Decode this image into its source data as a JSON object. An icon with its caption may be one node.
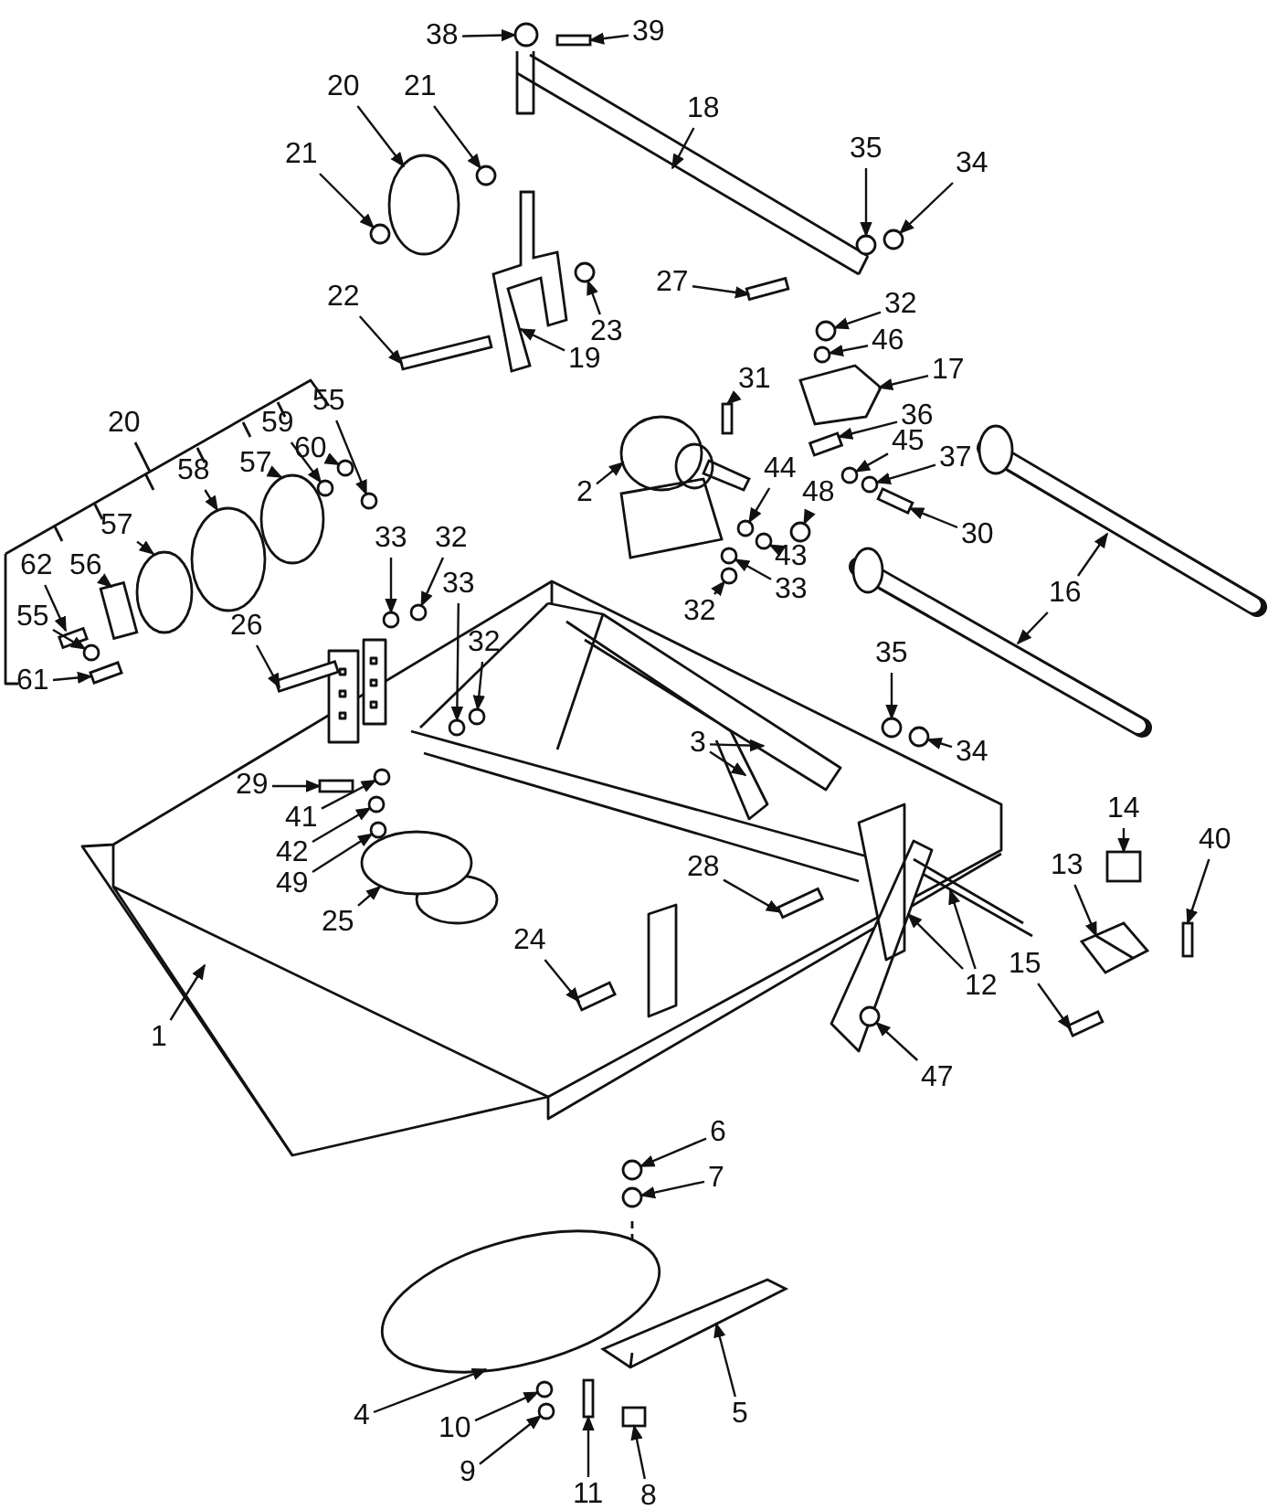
{
  "diagram": {
    "nodes": [
      {
        "text": [
          "38"
        ]
      },
      {
        "text": [
          "39"
        ]
      },
      {
        "text": [
          "20"
        ]
      },
      {
        "text": [
          "21"
        ]
      },
      {
        "text": [
          "21"
        ]
      },
      {
        "text": [
          "18"
        ]
      },
      {
        "text": [
          "35"
        ]
      },
      {
        "text": [
          "34"
        ]
      },
      {
        "text": [
          "22"
        ]
      },
      {
        "text": [
          "23"
        ]
      },
      {
        "text": [
          "19"
        ]
      },
      {
        "text": [
          "27"
        ]
      },
      {
        "text": [
          "32"
        ]
      },
      {
        "text": [
          "46"
        ]
      },
      {
        "text": [
          "17"
        ]
      },
      {
        "text": [
          "31"
        ]
      },
      {
        "text": [
          "36"
        ]
      },
      {
        "text": [
          "20"
        ]
      },
      {
        "text": [
          "55"
        ]
      },
      {
        "text": [
          "59"
        ]
      },
      {
        "text": [
          "60"
        ]
      },
      {
        "text": [
          "57"
        ]
      },
      {
        "text": [
          "58"
        ]
      },
      {
        "text": [
          "57"
        ]
      },
      {
        "text": [
          "56"
        ]
      },
      {
        "text": [
          "62"
        ]
      },
      {
        "text": [
          "55"
        ]
      },
      {
        "text": [
          "61"
        ]
      },
      {
        "text": [
          "33"
        ]
      },
      {
        "text": [
          "32"
        ]
      },
      {
        "text": [
          "26"
        ]
      },
      {
        "text": [
          "33"
        ]
      },
      {
        "text": [
          "32"
        ]
      },
      {
        "text": [
          "2"
        ]
      },
      {
        "text": [
          "44"
        ]
      },
      {
        "text": [
          "45"
        ]
      },
      {
        "text": [
          "37"
        ]
      },
      {
        "text": [
          "48"
        ]
      },
      {
        "text": [
          "30"
        ]
      },
      {
        "text": [
          "43"
        ]
      },
      {
        "text": [
          "33"
        ]
      },
      {
        "text": [
          "32"
        ]
      },
      {
        "text": [
          "16"
        ]
      },
      {
        "text": [
          "35"
        ]
      },
      {
        "text": [
          "34"
        ]
      },
      {
        "text": [
          "3"
        ]
      },
      {
        "text": [
          "29"
        ]
      },
      {
        "text": [
          "41"
        ]
      },
      {
        "text": [
          "42"
        ]
      },
      {
        "text": [
          "49"
        ]
      },
      {
        "text": [
          "14"
        ]
      },
      {
        "text": [
          "40"
        ]
      },
      {
        "text": [
          "13"
        ]
      },
      {
        "text": [
          "28"
        ]
      },
      {
        "text": [
          "25"
        ]
      },
      {
        "text": [
          "24"
        ]
      },
      {
        "text": [
          "15"
        ]
      },
      {
        "text": [
          "12"
        ]
      },
      {
        "text": [
          "1"
        ]
      },
      {
        "text": [
          "47"
        ]
      },
      {
        "text": [
          "6"
        ]
      },
      {
        "text": [
          "7"
        ]
      },
      {
        "text": [
          "4"
        ]
      },
      {
        "text": [
          "5"
        ]
      },
      {
        "text": [
          "10"
        ]
      },
      {
        "text": [
          "9"
        ]
      },
      {
        "text": [
          "11"
        ]
      },
      {
        "text": [
          "8"
        ]
      },
      {
        "text": [],
        "shape": "circle"
      },
      {
        "text": [],
        "shape": "bar"
      },
      {
        "text": [],
        "shape": "circle"
      },
      {
        "text": [],
        "shape": "circle"
      },
      {
        "text": [],
        "shape": "circle"
      },
      {
        "text": [],
        "shape": "circle"
      },
      {
        "text": [],
        "shape": "circle"
      },
      {
        "text": [],
        "shape": "bar"
      },
      {
        "text": [],
        "shape": "circle"
      },
      {
        "text": [],
        "shape": "picture"
      },
      {
        "text": [],
        "shape": "bar"
      },
      {
        "text": [],
        "shape": "circle"
      },
      {
        "text": [],
        "shape": "circle"
      },
      {
        "text": [],
        "shape": "picture"
      },
      {
        "text": [],
        "shape": "bar"
      },
      {
        "text": [],
        "shape": "box"
      },
      {
        "text": [],
        "shape": "circle"
      },
      {
        "text": [],
        "shape": "circle"
      },
      {
        "text": [],
        "shape": "bar"
      },
      {
        "text": [],
        "shape": "circle"
      },
      {
        "text": [],
        "shape": "circle"
      },
      {
        "text": [],
        "shape": "circle"
      },
      {
        "text": [],
        "shape": "circle"
      },
      {
        "text": [],
        "shape": "circle"
      },
      {
        "text": [],
        "shape": "circle"
      },
      {
        "text": [],
        "shape": "box"
      },
      {
        "text": [],
        "shape": "bar"
      },
      {
        "text": [],
        "shape": "circle"
      },
      {
        "text": [],
        "shape": "bar"
      },
      {
        "text": [],
        "shape": "circle"
      },
      {
        "text": [],
        "shape": "circle"
      },
      {
        "text": [],
        "shape": "bar"
      },
      {
        "text": [],
        "shape": "circle"
      },
      {
        "text": [],
        "shape": "circle"
      },
      {
        "text": [],
        "shape": "picture"
      },
      {
        "text": [],
        "shape": "circle"
      },
      {
        "text": [],
        "shape": "circle"
      },
      {
        "text": [],
        "shape": "circle"
      },
      {
        "text": [],
        "shape": "circle"
      },
      {
        "text": [],
        "shape": "circle"
      },
      {
        "text": [],
        "shape": "circle"
      },
      {
        "text": [],
        "shape": "circle"
      },
      {
        "text": [],
        "shape": "bar"
      },
      {
        "text": [],
        "shape": "circle"
      },
      {
        "text": [],
        "shape": "circle"
      },
      {
        "text": [],
        "shape": "circle"
      },
      {
        "text": [],
        "shape": "circle"
      },
      {
        "text": [],
        "shape": "box"
      },
      {
        "text": [],
        "shape": "bar"
      },
      {
        "text": [],
        "shape": "picture"
      },
      {
        "text": [],
        "shape": "bar"
      },
      {
        "text": [],
        "shape": "bar"
      },
      {
        "text": [],
        "shape": "bar"
      },
      {
        "text": [],
        "shape": "circle"
      },
      {
        "text": [],
        "shape": "circle"
      },
      {
        "text": [],
        "shape": "circle"
      },
      {
        "text": [],
        "shape": "circle"
      },
      {
        "text": [],
        "shape": "picture"
      },
      {
        "text": [],
        "shape": "circle"
      },
      {
        "text": [],
        "shape": "circle"
      },
      {
        "text": [],
        "shape": "bar"
      },
      {
        "text": [],
        "shape": "bar"
      }
    ],
    "edges": [
      {
        "from": 0,
        "to": 68,
        "arrow": "to"
      },
      {
        "from": 1,
        "to": 69,
        "arrow": "to"
      },
      {
        "from": 2,
        "to": 70,
        "arrow": "to"
      },
      {
        "from": 3,
        "to": 71,
        "arrow": "to"
      },
      {
        "from": 4,
        "to": 72,
        "arrow": "to"
      },
      {
        "from": 5,
        "to": null,
        "arrow": "to"
      },
      {
        "from": 6,
        "to": 73,
        "arrow": "to"
      },
      {
        "from": 7,
        "to": 74,
        "arrow": "to"
      },
      {
        "from": 8,
        "to": 75,
        "arrow": "to"
      },
      {
        "from": 9,
        "to": 76,
        "arrow": "to"
      },
      {
        "from": 10,
        "to": 77,
        "arrow": "to"
      },
      {
        "from": 11,
        "to": 78,
        "arrow": "to"
      },
      {
        "from": 12,
        "to": 79,
        "arrow": "to"
      },
      {
        "from": 13,
        "to": 80,
        "arrow": "to"
      },
      {
        "from": 14,
        "to": 81,
        "arrow": "to"
      },
      {
        "from": 15,
        "to": 82,
        "arrow": "to"
      },
      {
        "from": 16,
        "to": 83,
        "arrow": "to"
      },
      {
        "from": 18,
        "to": 87,
        "arrow": "to"
      },
      {
        "from": 19,
        "to": 88,
        "arrow": "to"
      },
      {
        "from": 20,
        "to": 89,
        "arrow": "to"
      },
      {
        "from": 21,
        "to": 90,
        "arrow": "to"
      },
      {
        "from": 22,
        "to": 91,
        "arrow": "to"
      },
      {
        "from": 23,
        "to": 92,
        "arrow": "to"
      },
      {
        "from": 24,
        "to": 93,
        "arrow": "to"
      },
      {
        "from": 25,
        "to": 94,
        "arrow": "to"
      },
      {
        "from": 26,
        "to": 95,
        "arrow": "to"
      },
      {
        "from": 27,
        "to": 96,
        "arrow": "to"
      },
      {
        "from": 28,
        "to": 97,
        "arrow": "to"
      },
      {
        "from": 29,
        "to": 98,
        "arrow": "to"
      },
      {
        "from": 30,
        "to": 99,
        "arrow": "to"
      },
      {
        "from": 31,
        "to": 100,
        "arrow": "to"
      },
      {
        "from": 32,
        "to": 101,
        "arrow": "to"
      },
      {
        "from": 33,
        "to": 102,
        "arrow": "to"
      },
      {
        "from": 34,
        "to": 103,
        "arrow": "to"
      },
      {
        "from": 35,
        "to": 84,
        "arrow": "to"
      },
      {
        "from": 36,
        "to": 85,
        "arrow": "to"
      },
      {
        "from": 37,
        "to": 104,
        "arrow": "to"
      },
      {
        "from": 38,
        "to": 86,
        "arrow": "to"
      },
      {
        "from": 39,
        "to": 105,
        "arrow": "to"
      },
      {
        "from": 40,
        "to": 106,
        "arrow": "to"
      },
      {
        "from": 41,
        "to": 107,
        "arrow": "to"
      },
      {
        "from": 42,
        "to": null,
        "arrow": "to"
      },
      {
        "from": 42,
        "to": null,
        "arrow": "to"
      },
      {
        "from": 43,
        "to": 108,
        "arrow": "to"
      },
      {
        "from": 44,
        "to": 109,
        "arrow": "to"
      },
      {
        "from": 45,
        "to": null,
        "arrow": "to"
      },
      {
        "from": 45,
        "to": null,
        "arrow": "to"
      },
      {
        "from": 46,
        "to": 110,
        "arrow": "to"
      },
      {
        "from": 47,
        "to": 111,
        "arrow": "to"
      },
      {
        "from": 48,
        "to": 112,
        "arrow": "to"
      },
      {
        "from": 49,
        "to": 113,
        "arrow": "to"
      },
      {
        "from": 50,
        "to": 115,
        "arrow": "to"
      },
      {
        "from": 51,
        "to": 116,
        "arrow": "to"
      },
      {
        "from": 52,
        "to": 117,
        "arrow": "to"
      },
      {
        "from": 53,
        "to": 118,
        "arrow": "to"
      },
      {
        "from": 54,
        "to": 114,
        "arrow": "to"
      },
      {
        "from": 55,
        "to": 119,
        "arrow": "to"
      },
      {
        "from": 56,
        "to": 120,
        "arrow": "to"
      },
      {
        "from": 57,
        "to": null,
        "arrow": "to"
      },
      {
        "from": 57,
        "to": null,
        "arrow": "to"
      },
      {
        "from": 58,
        "to": null,
        "arrow": "to"
      },
      {
        "from": 59,
        "to": 121,
        "arrow": "to"
      },
      {
        "from": 60,
        "to": 122,
        "arrow": "to"
      },
      {
        "from": 61,
        "to": 123,
        "arrow": "to"
      },
      {
        "from": 62,
        "to": 124,
        "arrow": "to"
      },
      {
        "from": 63,
        "to": 125,
        "arrow": "to"
      },
      {
        "from": 64,
        "to": 126,
        "arrow": "to"
      },
      {
        "from": 65,
        "to": 127,
        "arrow": "to"
      },
      {
        "from": 66,
        "to": 128,
        "arrow": "to"
      },
      {
        "from": 67,
        "to": 129,
        "arrow": "to"
      }
    ]
  }
}
